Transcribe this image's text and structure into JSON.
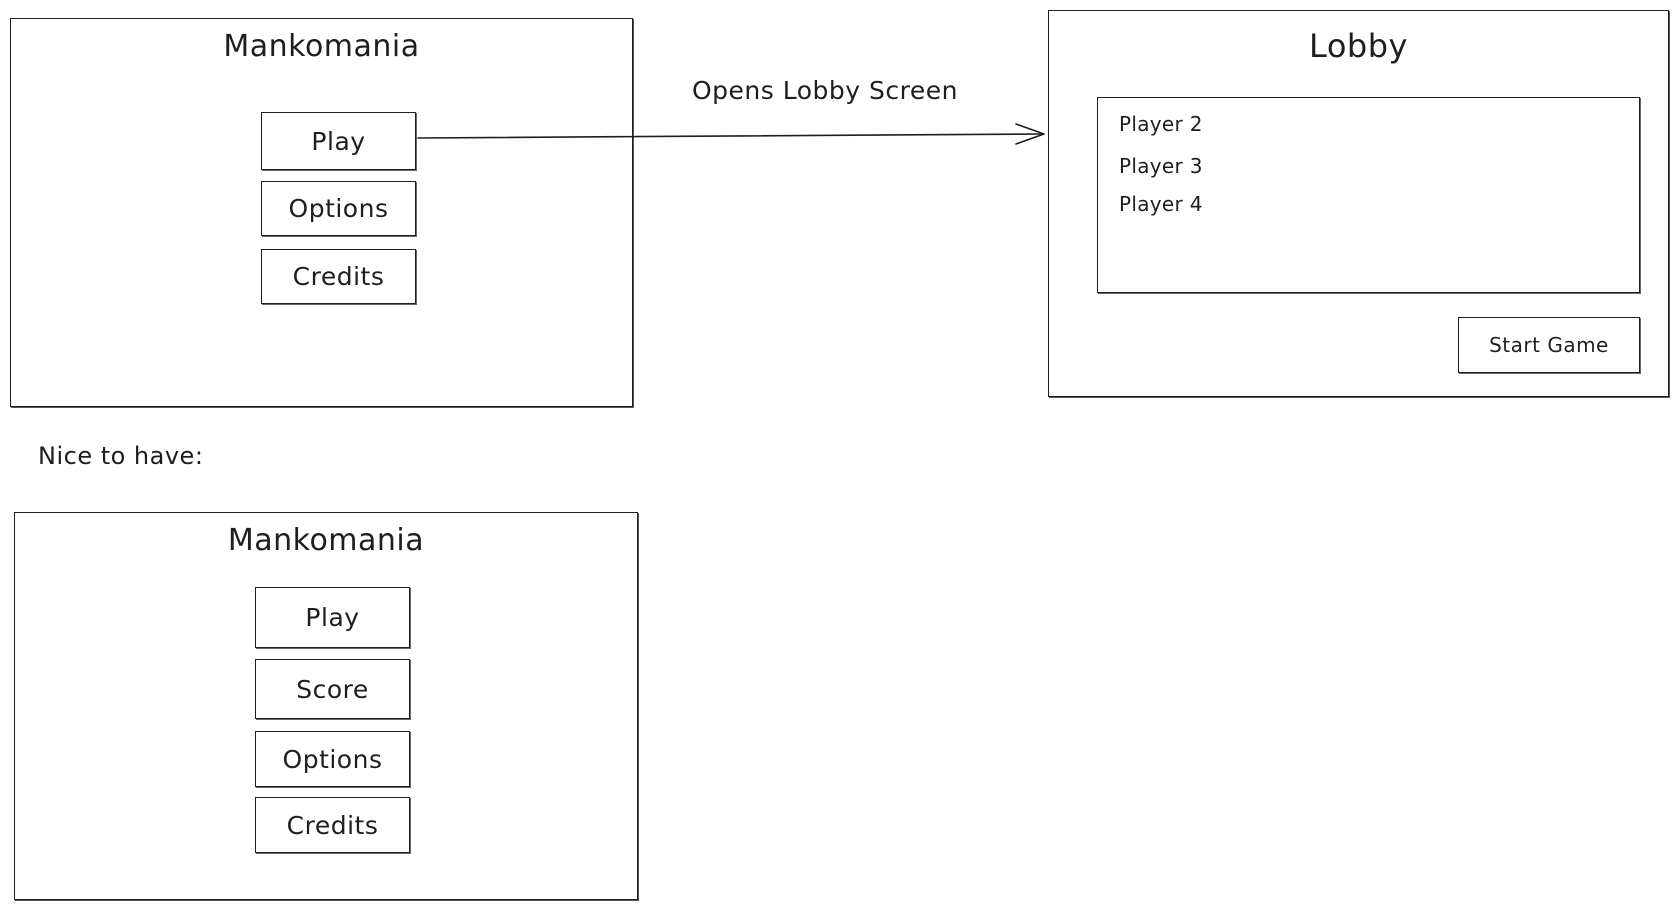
{
  "main_menu": {
    "title": "Mankomania",
    "buttons": [
      "Play",
      "Options",
      "Credits"
    ]
  },
  "connector": {
    "label": "Opens Lobby Screen"
  },
  "lobby": {
    "title": "Lobby",
    "players": [
      "Player 2",
      "Player 3",
      "Player 4"
    ],
    "start_button": "Start Game"
  },
  "nice_to_have": {
    "label": "Nice to have:",
    "title": "Mankomania",
    "buttons": [
      "Play",
      "Score",
      "Options",
      "Credits"
    ]
  }
}
